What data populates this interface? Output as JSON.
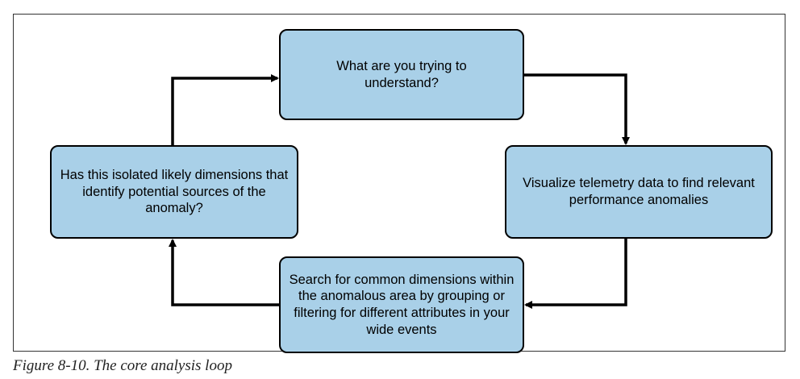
{
  "diagram": {
    "nodes": [
      {
        "id": "understand",
        "text": "What are you trying to understand?"
      },
      {
        "id": "visualize",
        "text": "Visualize telemetry data to find relevant performance anomalies"
      },
      {
        "id": "search",
        "text": "Search for common dimensions within the anomalous area by grouping or filtering for different attributes in your wide events"
      },
      {
        "id": "isolated",
        "text": "Has this isolated likely dimensions that identify potential sources of the anomaly?"
      }
    ],
    "edges": [
      {
        "from": "understand",
        "to": "visualize"
      },
      {
        "from": "visualize",
        "to": "search"
      },
      {
        "from": "search",
        "to": "isolated"
      },
      {
        "from": "isolated",
        "to": "understand"
      }
    ]
  },
  "colors": {
    "box_fill": "#a9d0e8",
    "box_border": "#000000",
    "arrow": "#000000"
  },
  "caption": "Figure 8-10. The core analysis loop"
}
